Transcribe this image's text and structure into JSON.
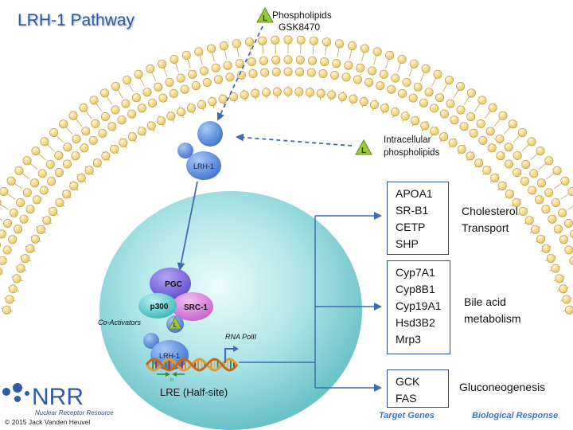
{
  "title": "LRH-1 Pathway",
  "ligand": {
    "symbol": "L",
    "lines": [
      "Phospholipids",
      "GSK8470"
    ]
  },
  "intracellular": {
    "symbol": "L",
    "lines": [
      "Intracellular",
      "phospholipids"
    ]
  },
  "receptor_label": "LRH-1",
  "coactivators": {
    "pgc": "PGC",
    "p300": "p300",
    "src1": "SRC-1",
    "label": "Co-Activators"
  },
  "dna": {
    "rna_pol": "RNA PolII",
    "lre": "LRE (Half-site)",
    "n_label": "n"
  },
  "target_groups": [
    {
      "genes": [
        "APOA1",
        "SR-B1",
        "CETP",
        "SHP"
      ],
      "response": [
        "Cholesterol",
        "Transport"
      ]
    },
    {
      "genes": [
        "Cyp7A1",
        "Cyp8B1",
        "Cyp19A1",
        "Hsd3B2",
        "Mrp3"
      ],
      "response": [
        "Bile acid",
        "metabolism"
      ]
    },
    {
      "genes": [
        "GCK",
        "FAS"
      ],
      "response": [
        "Gluconeogenesis"
      ]
    }
  ],
  "footer": {
    "target_genes": "Target Genes",
    "biological_response": "Biological Response"
  },
  "logo": {
    "text": "NRR",
    "subtitle": "Nuclear Receptor Resource"
  },
  "copyright": "© 2015 Jack Vanden Heuvel",
  "colors": {
    "membrane_head": "#f2d27a",
    "membrane_outline": "#b89234",
    "receptor": "#5b8fe0",
    "nucleus": "#7fd3d6",
    "arrow": "#3d6bb3",
    "ligand": "#9bc83c",
    "pgc": "#6b57d6",
    "p300": "#3fc6c8",
    "src1": "#d46bd6"
  }
}
